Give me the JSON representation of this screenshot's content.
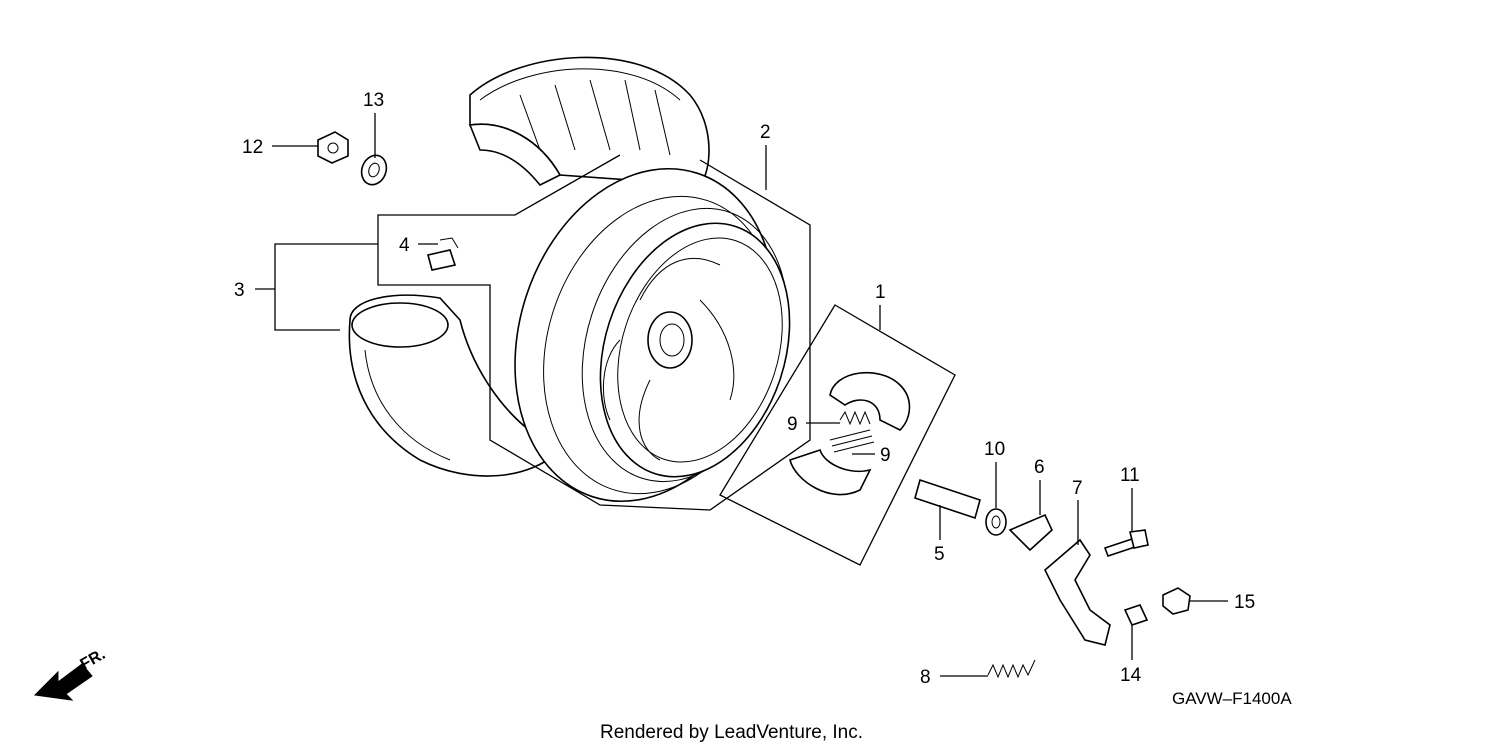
{
  "callouts": [
    {
      "id": "c1",
      "label": "1"
    },
    {
      "id": "c2",
      "label": "2"
    },
    {
      "id": "c3",
      "label": "3"
    },
    {
      "id": "c4",
      "label": "4"
    },
    {
      "id": "c5",
      "label": "5"
    },
    {
      "id": "c6",
      "label": "6"
    },
    {
      "id": "c7",
      "label": "7"
    },
    {
      "id": "c8",
      "label": "8"
    },
    {
      "id": "c9a",
      "label": "9"
    },
    {
      "id": "c9b",
      "label": "9"
    },
    {
      "id": "c10",
      "label": "10"
    },
    {
      "id": "c11",
      "label": "11"
    },
    {
      "id": "c12",
      "label": "12"
    },
    {
      "id": "c13",
      "label": "13"
    },
    {
      "id": "c14",
      "label": "14"
    },
    {
      "id": "c15",
      "label": "15"
    }
  ],
  "diagram_code": "GAVW–F1400A",
  "credit": "Rendered by LeadVenture, Inc.",
  "direction_label": "FR."
}
